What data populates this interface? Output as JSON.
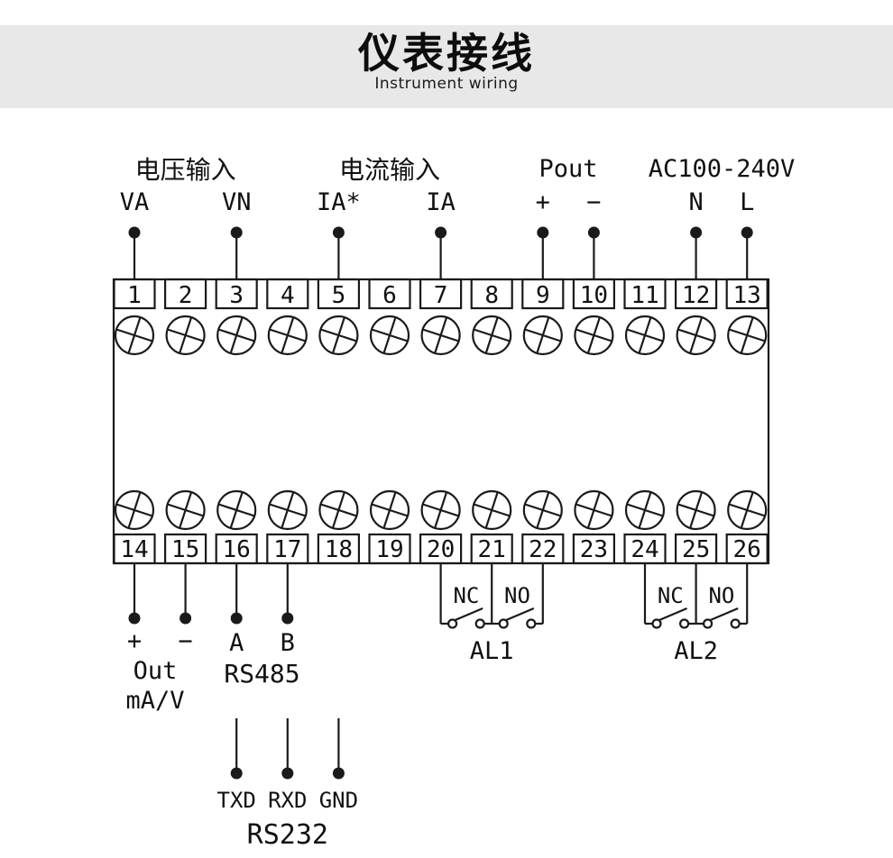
{
  "header": {
    "title": "仪表接线",
    "subtitle": "Instrument wiring"
  },
  "diagram": {
    "colors": {
      "stroke": "#1a1a1a",
      "text": "#111111",
      "header_bg": "#e8e8e8"
    },
    "terminals": {
      "top": [
        "1",
        "2",
        "3",
        "4",
        "5",
        "6",
        "7",
        "8",
        "9",
        "10",
        "11",
        "12",
        "13"
      ],
      "bottom": [
        "14",
        "15",
        "16",
        "17",
        "18",
        "19",
        "20",
        "21",
        "22",
        "23",
        "24",
        "25",
        "26"
      ]
    },
    "top_groups": [
      {
        "title": "电压输入",
        "pins": [
          {
            "label": "VA",
            "terminal": 1
          },
          {
            "label": "VN",
            "terminal": 3
          }
        ]
      },
      {
        "title": "电流输入",
        "pins": [
          {
            "label": "IA*",
            "terminal": 5
          },
          {
            "label": "IA",
            "terminal": 7
          }
        ]
      },
      {
        "title": "Pout",
        "pins": [
          {
            "label": "+",
            "terminal": 9
          },
          {
            "label": "−",
            "terminal": 10
          }
        ]
      },
      {
        "title": "AC100-240V",
        "pins": [
          {
            "label": "N",
            "terminal": 12
          },
          {
            "label": "L",
            "terminal": 13
          }
        ]
      }
    ],
    "analog_out": {
      "pins": [
        {
          "label": "+",
          "terminal": 14
        },
        {
          "label": "−",
          "terminal": 15
        }
      ],
      "line1": "Out",
      "line2": "mA/V"
    },
    "rs485": {
      "pins": [
        {
          "label": "A",
          "terminal": 16
        },
        {
          "label": "B",
          "terminal": 17
        }
      ],
      "label": "RS485"
    },
    "relays": [
      {
        "label": "AL1",
        "nc": "NC",
        "no": "NO",
        "terminals": [
          20,
          21,
          22
        ]
      },
      {
        "label": "AL2",
        "nc": "NC",
        "no": "NO",
        "terminals": [
          24,
          25,
          26
        ]
      }
    ],
    "rs232": {
      "pins": [
        {
          "label": "TXD"
        },
        {
          "label": "RXD"
        },
        {
          "label": "GND"
        }
      ],
      "label": "RS232"
    }
  }
}
